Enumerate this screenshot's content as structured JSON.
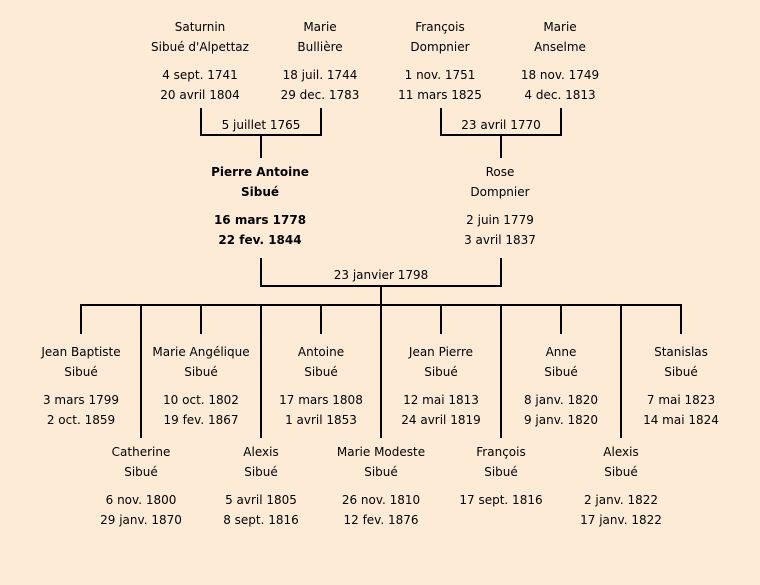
{
  "grandparents": [
    {
      "first": "Saturnin",
      "last": "Sibué d'Alpettaz",
      "birth": "4 sept. 1741",
      "death": "20 avril 1804"
    },
    {
      "first": "Marie",
      "last": "Bullière",
      "birth": "18 juil. 1744",
      "death": "29 dec. 1783"
    },
    {
      "first": "François",
      "last": "Dompnier",
      "birth": "1 nov. 1751",
      "death": "11 mars 1825"
    },
    {
      "first": "Marie",
      "last": "Anselme",
      "birth": "18 nov. 1749",
      "death": "4 dec. 1813"
    }
  ],
  "grandparent_marriages": [
    "5 juillet 1765",
    "23 avril 1770"
  ],
  "parents": [
    {
      "first": "Pierre Antoine",
      "last": "Sibué",
      "birth": "16 mars 1778",
      "death": "22 fev. 1844"
    },
    {
      "first": "Rose",
      "last": "Dompnier",
      "birth": "2 juin 1779",
      "death": "3 avril 1837"
    }
  ],
  "parent_marriage": "23 janvier 1798",
  "children": [
    {
      "first": "Jean Baptiste",
      "last": "Sibué",
      "birth": "3 mars 1799",
      "death": "2 oct. 1859"
    },
    {
      "first": "Catherine",
      "last": "Sibué",
      "birth": "6 nov. 1800",
      "death": "29 janv. 1870"
    },
    {
      "first": "Marie Angélique",
      "last": "Sibué",
      "birth": "10 oct. 1802",
      "death": "19 fev. 1867"
    },
    {
      "first": "Alexis",
      "last": "Sibué",
      "birth": "5 avril 1805",
      "death": "8 sept. 1816"
    },
    {
      "first": "Antoine",
      "last": "Sibué",
      "birth": "17 mars 1808",
      "death": "1 avril 1853"
    },
    {
      "first": "Marie Modeste",
      "last": "Sibué",
      "birth": "26 nov. 1810",
      "death": "12 fev. 1876"
    },
    {
      "first": "Jean Pierre",
      "last": "Sibué",
      "birth": "12 mai 1813",
      "death": "24 avril 1819"
    },
    {
      "first": "François",
      "last": "Sibué",
      "birth": "17 sept. 1816",
      "death": ""
    },
    {
      "first": "Anne",
      "last": "Sibué",
      "birth": "8 janv. 1820",
      "death": "9 janv. 1820"
    },
    {
      "first": "Alexis",
      "last": "Sibué",
      "birth": "2 janv. 1822",
      "death": "17 janv. 1822"
    },
    {
      "first": "Stanislas",
      "last": "Sibué",
      "birth": "7 mai 1823",
      "death": "14 mai 1824"
    }
  ]
}
